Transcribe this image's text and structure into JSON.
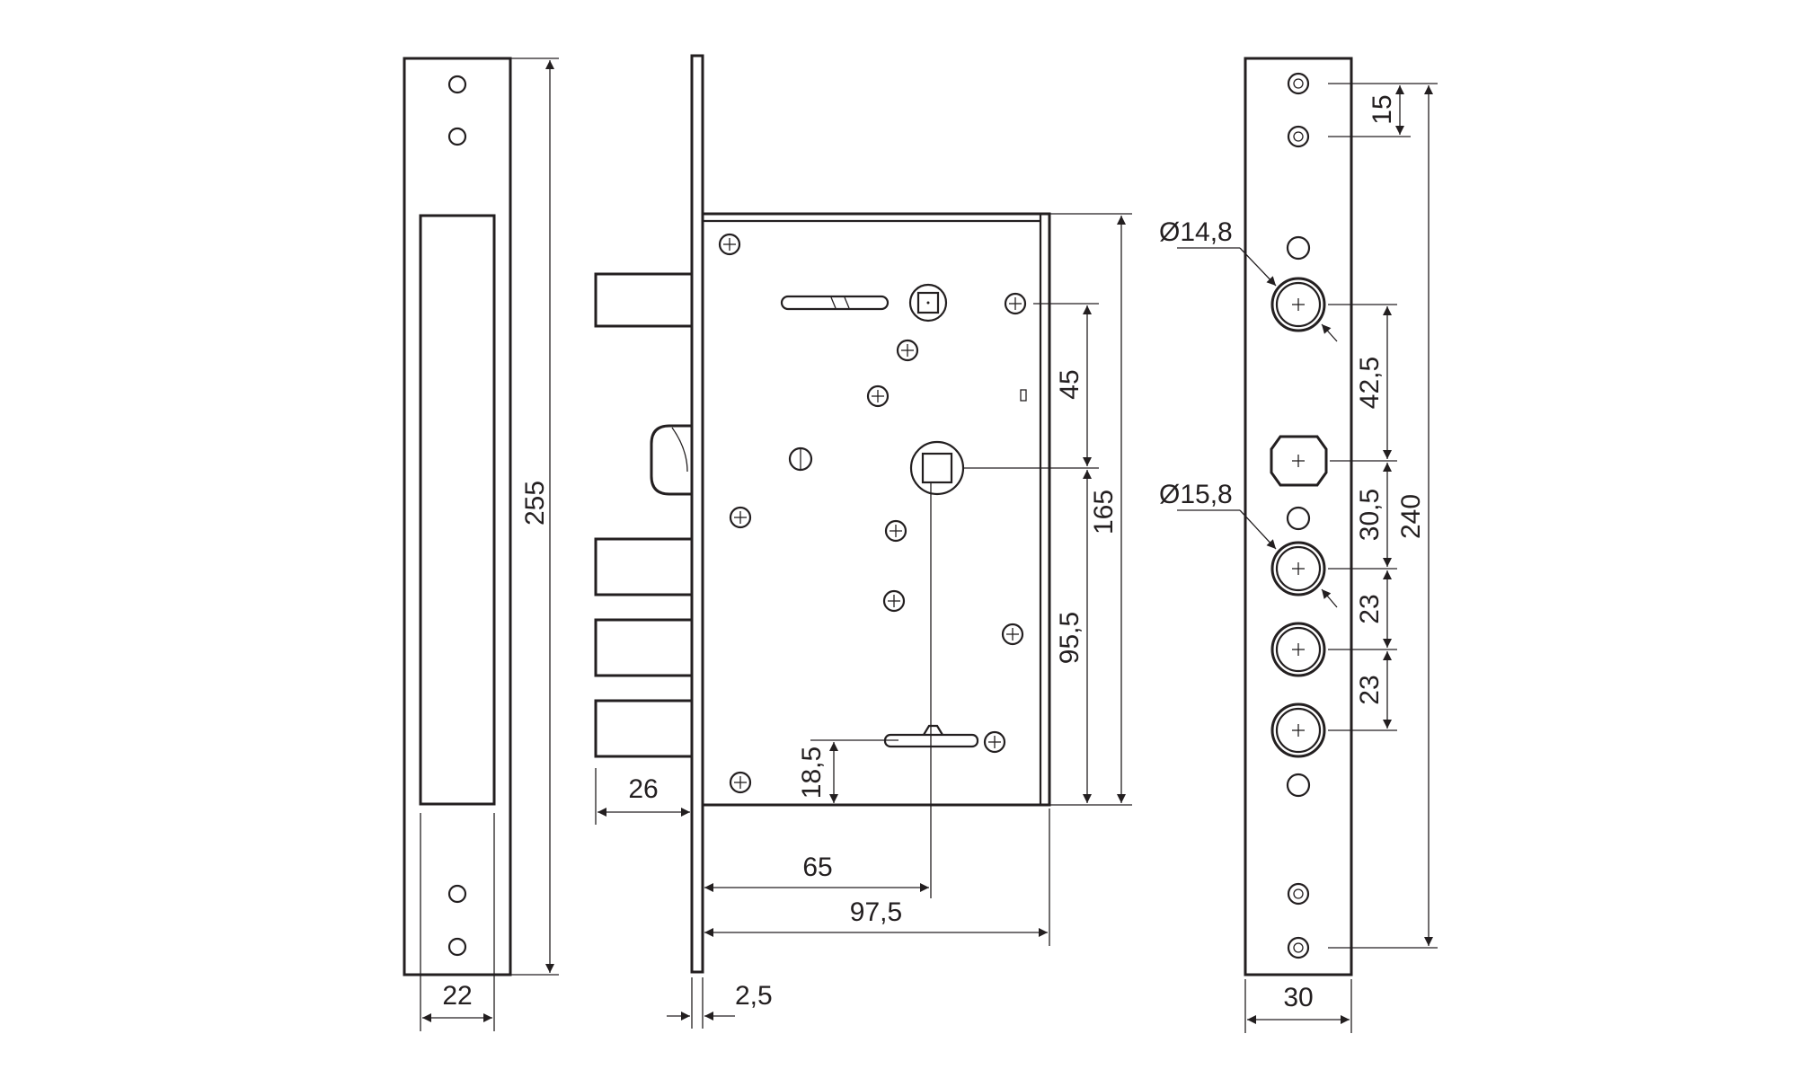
{
  "strike_plate": {
    "width": "22",
    "height": "255"
  },
  "lock_body": {
    "backset_bolt": "26",
    "plate_thickness": "2,5",
    "key_to_edge": "65",
    "body_depth": "97,5",
    "key_offset": "18,5",
    "spindle_to_top": "45",
    "spindle_to_key": "95,5",
    "body_height": "165"
  },
  "faceplate": {
    "width": "30",
    "screw_gap": "15",
    "bolt_diameter_top": "Ø14,8",
    "bolt_diameter_lower": "Ø15,8",
    "gap_42_5": "42,5",
    "gap_30_5": "30,5",
    "gap_23_a": "23",
    "gap_23_b": "23",
    "total_length": "240"
  },
  "colors": {
    "line": "#231f20",
    "background": "#ffffff"
  }
}
